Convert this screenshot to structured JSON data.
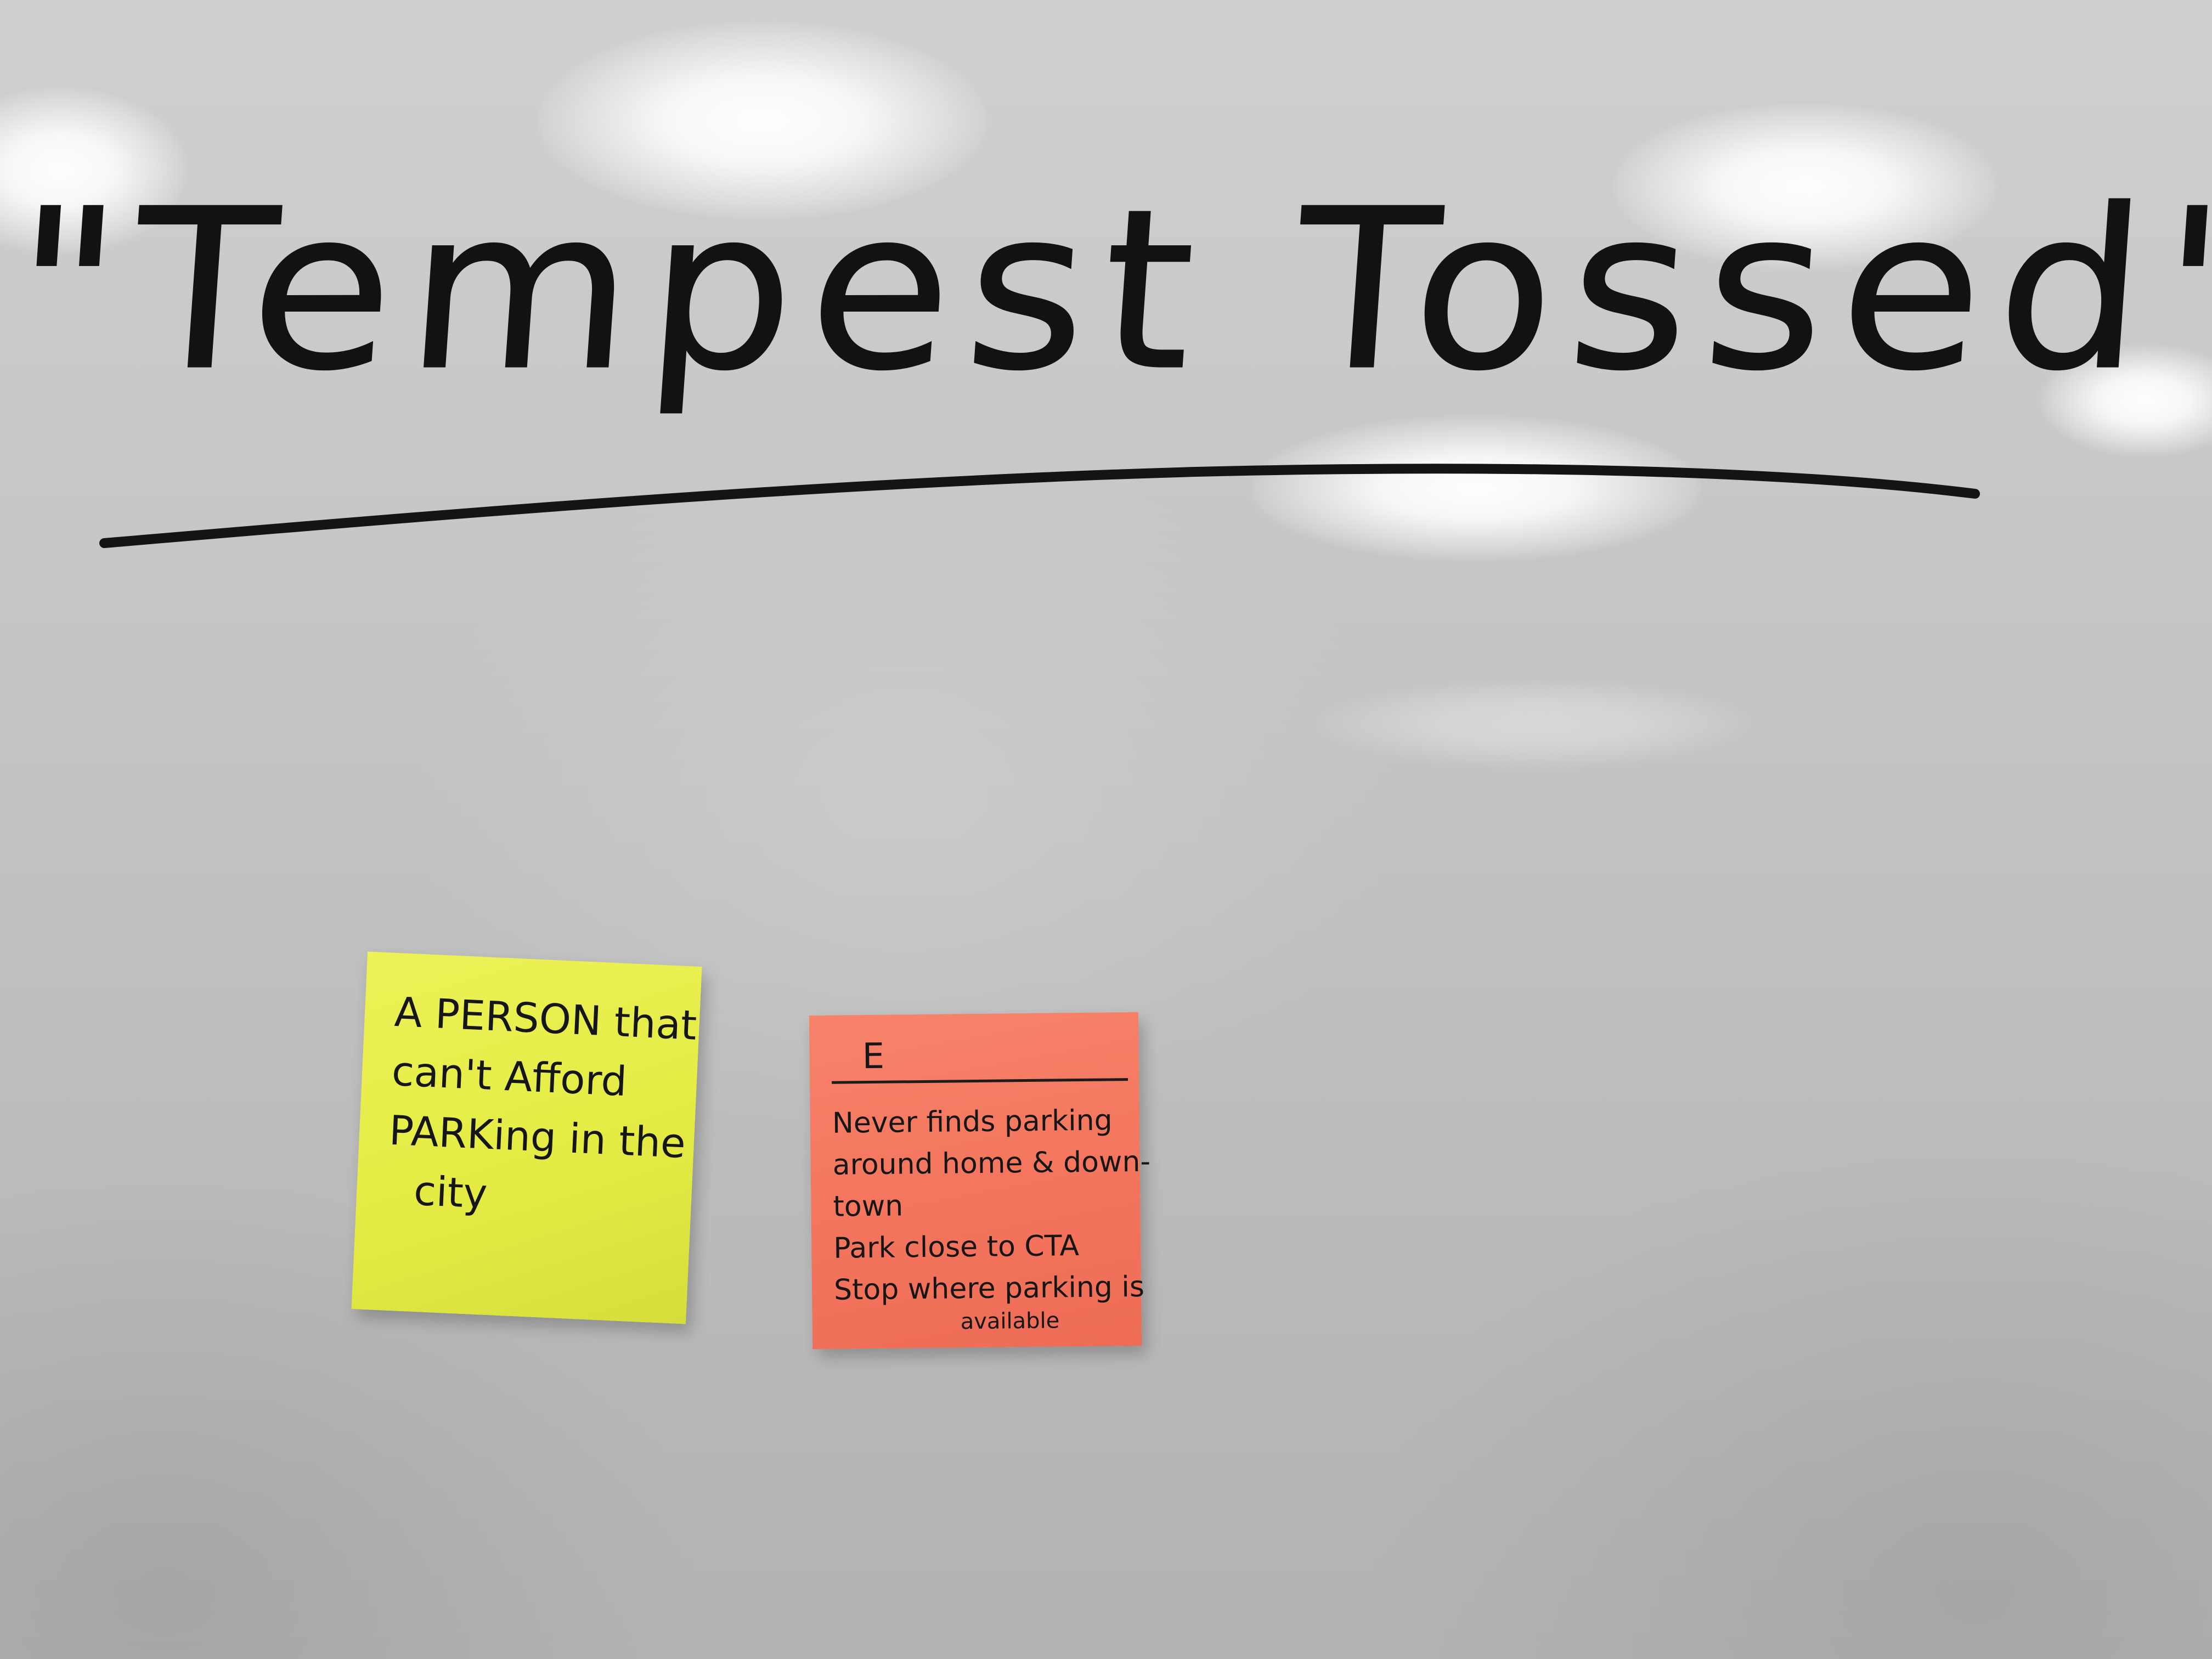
{
  "whiteboard": {
    "title": "\"Tempest Tossed\""
  },
  "sticky_notes": [
    {
      "color": "#e6ee47",
      "lines": [
        "A PERSON that",
        "can't Afford",
        "PARKing in the",
        "city"
      ]
    },
    {
      "color": "#f4765e",
      "header": "E",
      "lines": [
        "Never finds parking",
        "around home & down-",
        "town",
        "Park close to CTA",
        "Stop where parking is",
        "available"
      ]
    }
  ]
}
